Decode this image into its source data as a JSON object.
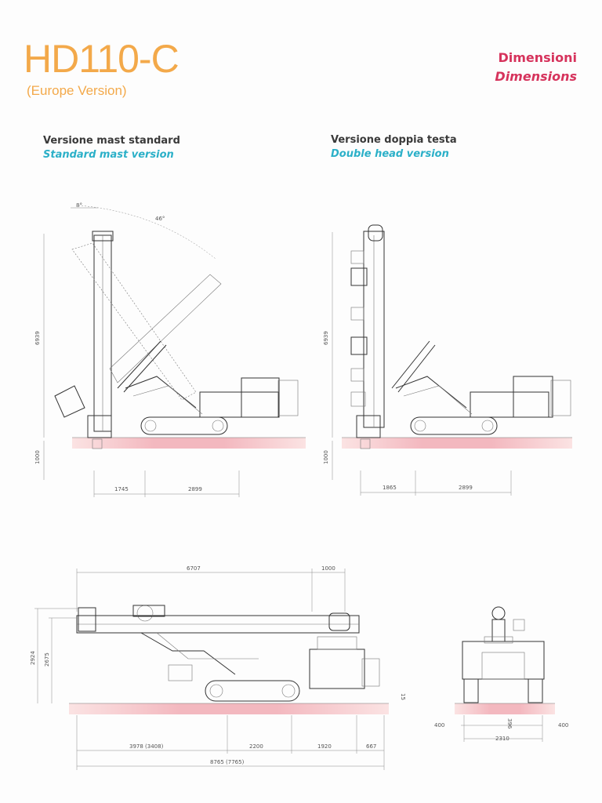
{
  "header": {
    "title": "HD110-C",
    "subtitle": "(Europe Version)",
    "section_it": "Dimensioni",
    "section_en": "Dimensions"
  },
  "views": {
    "standard": {
      "title_it": "Versione mast standard",
      "title_en": "Standard mast version"
    },
    "double": {
      "title_it": "Versione doppia testa",
      "title_en": "Double head version"
    }
  },
  "dims": {
    "std_angle1": "8°",
    "std_angle2": "46°",
    "std_height": "6939",
    "std_depth": "1000",
    "std_w1": "1745",
    "std_w2": "2899",
    "dbl_height": "6939",
    "dbl_depth": "1000",
    "dbl_w1": "1865",
    "dbl_w2": "2899",
    "tr_top1": "6707",
    "tr_top2": "1000",
    "tr_h1": "2924",
    "tr_h2": "2675",
    "tr_clear": "15",
    "tr_b1": "3978 (3408)",
    "tr_b2": "2200",
    "tr_b3": "1920",
    "tr_b4": "667",
    "tr_total": "8765 (7765)",
    "fr_left": "400",
    "fr_right": "400",
    "fr_mid": "396",
    "fr_width": "2310"
  },
  "colors": {
    "title": "#f3a94a",
    "section": "#d6335c",
    "subtitle_en": "#2bb0c8",
    "ground": "#f4c8c8"
  }
}
